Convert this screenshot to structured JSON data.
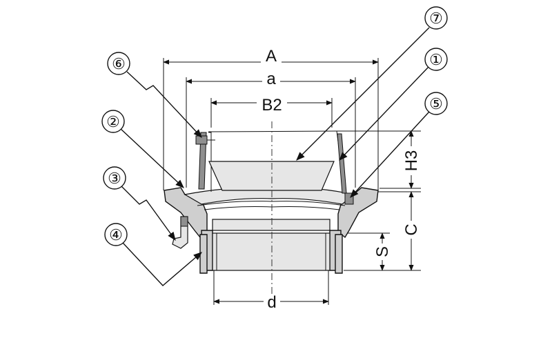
{
  "diagram": {
    "dimensions": {
      "A": "A",
      "a": "a",
      "B2": "B2",
      "H3": "H3",
      "C": "C",
      "S": "S",
      "d": "d"
    },
    "callouts": [
      "⑦",
      "①",
      "⑤",
      "⑥",
      "②",
      "③",
      "④"
    ]
  }
}
